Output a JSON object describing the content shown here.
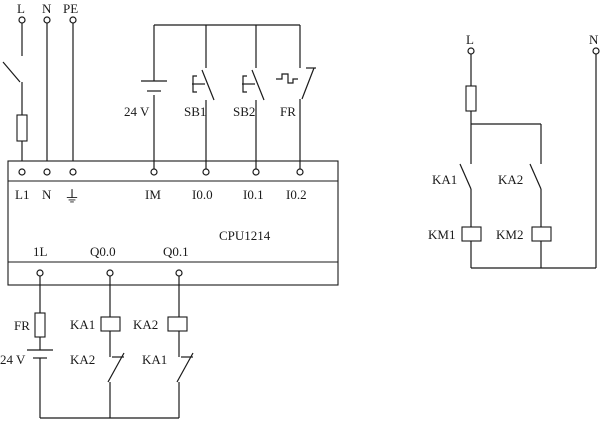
{
  "plc": {
    "model": "CPU1214",
    "supply_terminals": [
      "L1",
      "N",
      "⏚"
    ],
    "input_common": "IM",
    "inputs": [
      "I0.0",
      "I0.1",
      "I0.2"
    ],
    "output_common": "1L",
    "outputs": [
      "Q0.0",
      "Q0.1"
    ]
  },
  "supply": {
    "lines": [
      "L",
      "N",
      "PE"
    ]
  },
  "input_circuit": {
    "source": "24 V",
    "buttons": [
      "SB1",
      "SB2"
    ],
    "thermal_contact": "FR"
  },
  "output_circuit": {
    "fuse": "FR",
    "source": "24 V",
    "coils": [
      "KA1",
      "KA2"
    ],
    "interlocks": [
      "KA2",
      "KA1"
    ]
  },
  "main_circuit": {
    "lines": [
      "L",
      "N"
    ],
    "contacts": [
      "KA1",
      "KA2"
    ],
    "coils": [
      "KM1",
      "KM2"
    ]
  }
}
